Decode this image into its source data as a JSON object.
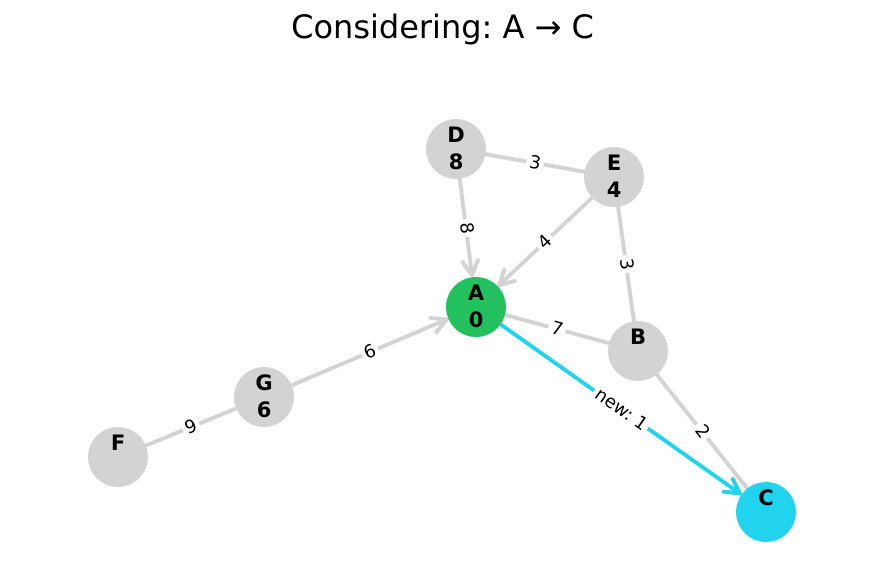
{
  "title": "Considering: A → C",
  "colors": {
    "default_node": "#d3d3d3",
    "source_node": "#22c15e",
    "target_node": "#22d3ee",
    "default_edge": "#d3d3d3",
    "highlight_edge": "#22d3ee"
  },
  "nodes": [
    {
      "id": "A",
      "label": "A",
      "dist": "0",
      "state": "source"
    },
    {
      "id": "B",
      "label": "B",
      "dist": "",
      "state": "default"
    },
    {
      "id": "C",
      "label": "C",
      "dist": "",
      "state": "target"
    },
    {
      "id": "D",
      "label": "D",
      "dist": "8",
      "state": "default"
    },
    {
      "id": "E",
      "label": "E",
      "dist": "4",
      "state": "default"
    },
    {
      "id": "F",
      "label": "F",
      "dist": "",
      "state": "default"
    },
    {
      "id": "G",
      "label": "G",
      "dist": "6",
      "state": "default"
    }
  ],
  "edges": [
    {
      "from": "D",
      "to": "E",
      "label": "3",
      "directed": false,
      "highlight": false
    },
    {
      "from": "D",
      "to": "A",
      "label": "8",
      "directed": true,
      "highlight": false
    },
    {
      "from": "E",
      "to": "A",
      "label": "4",
      "directed": true,
      "highlight": false
    },
    {
      "from": "E",
      "to": "B",
      "label": "3",
      "directed": false,
      "highlight": false
    },
    {
      "from": "A",
      "to": "B",
      "label": "7",
      "directed": false,
      "highlight": false
    },
    {
      "from": "B",
      "to": "C",
      "label": "2",
      "directed": false,
      "highlight": false
    },
    {
      "from": "G",
      "to": "A",
      "label": "6",
      "directed": true,
      "highlight": false
    },
    {
      "from": "F",
      "to": "G",
      "label": "9",
      "directed": false,
      "highlight": false
    },
    {
      "from": "A",
      "to": "C",
      "label": "new: 1",
      "directed": true,
      "highlight": true
    }
  ]
}
